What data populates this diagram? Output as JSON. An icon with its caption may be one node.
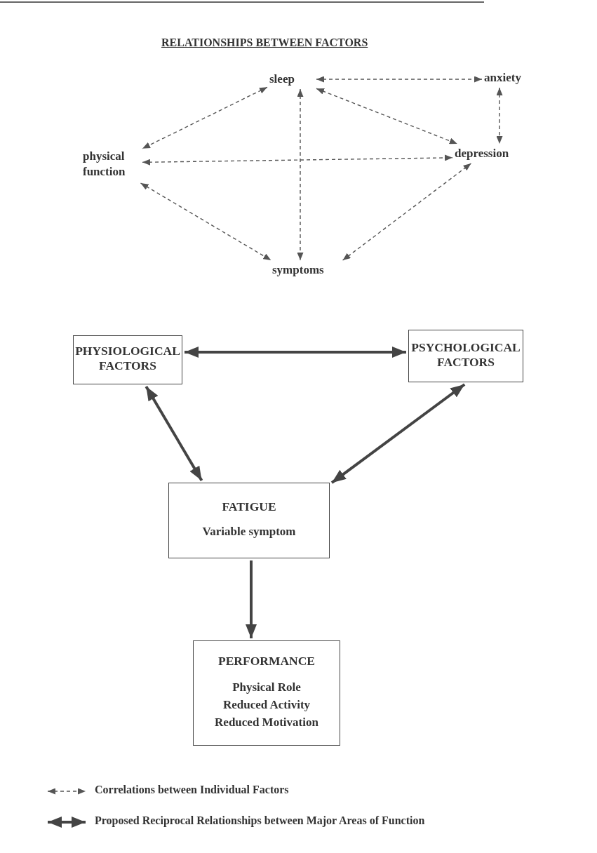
{
  "diagram": {
    "title": "RELATIONSHIPS BETWEEN FACTORS",
    "nodes": [
      {
        "text": [
          "sleep"
        ]
      },
      {
        "text": [
          "anxiety"
        ]
      },
      {
        "text": [
          "physical function"
        ]
      },
      {
        "text": [
          "depression"
        ]
      },
      {
        "text": [
          "symptoms"
        ]
      },
      {
        "text": [
          "PHYSIOLOGICAL FACTORS"
        ]
      },
      {
        "text": [
          "PSYCHOLOGICAL FACTORS"
        ]
      },
      {
        "text": [
          "FATIGUE",
          "Variable symptom"
        ]
      },
      {
        "text": [
          "PERFORMANCE",
          "Physical Role",
          "Reduced Activity",
          "Reduced Motivation"
        ]
      }
    ],
    "edges": [
      {
        "from": 0,
        "to": 1,
        "arrow": "both",
        "style": "dashed"
      },
      {
        "from": 0,
        "to": 2,
        "arrow": "both",
        "style": "dashed"
      },
      {
        "from": 0,
        "to": 4,
        "arrow": "both",
        "style": "dashed"
      },
      {
        "from": 0,
        "to": 3,
        "arrow": "both",
        "style": "dashed"
      },
      {
        "from": 1,
        "to": 3,
        "arrow": "both",
        "style": "dashed"
      },
      {
        "from": 2,
        "to": 3,
        "arrow": "both",
        "style": "dashed"
      },
      {
        "from": 2,
        "to": 4,
        "arrow": "both",
        "style": "dashed"
      },
      {
        "from": 4,
        "to": 3,
        "arrow": "both",
        "style": "dashed"
      },
      {
        "from": 5,
        "to": 6,
        "arrow": "both",
        "style": "thick"
      },
      {
        "from": 5,
        "to": 7,
        "arrow": "both",
        "style": "thick"
      },
      {
        "from": 6,
        "to": 7,
        "arrow": "both",
        "style": "thick"
      },
      {
        "from": 7,
        "to": 8,
        "arrow": "to",
        "style": "thick"
      }
    ],
    "legend": [
      {
        "text": "Correlations between Individual Factors"
      },
      {
        "text": "Proposed Reciprocal Relationships between Major Areas of Function"
      }
    ]
  }
}
